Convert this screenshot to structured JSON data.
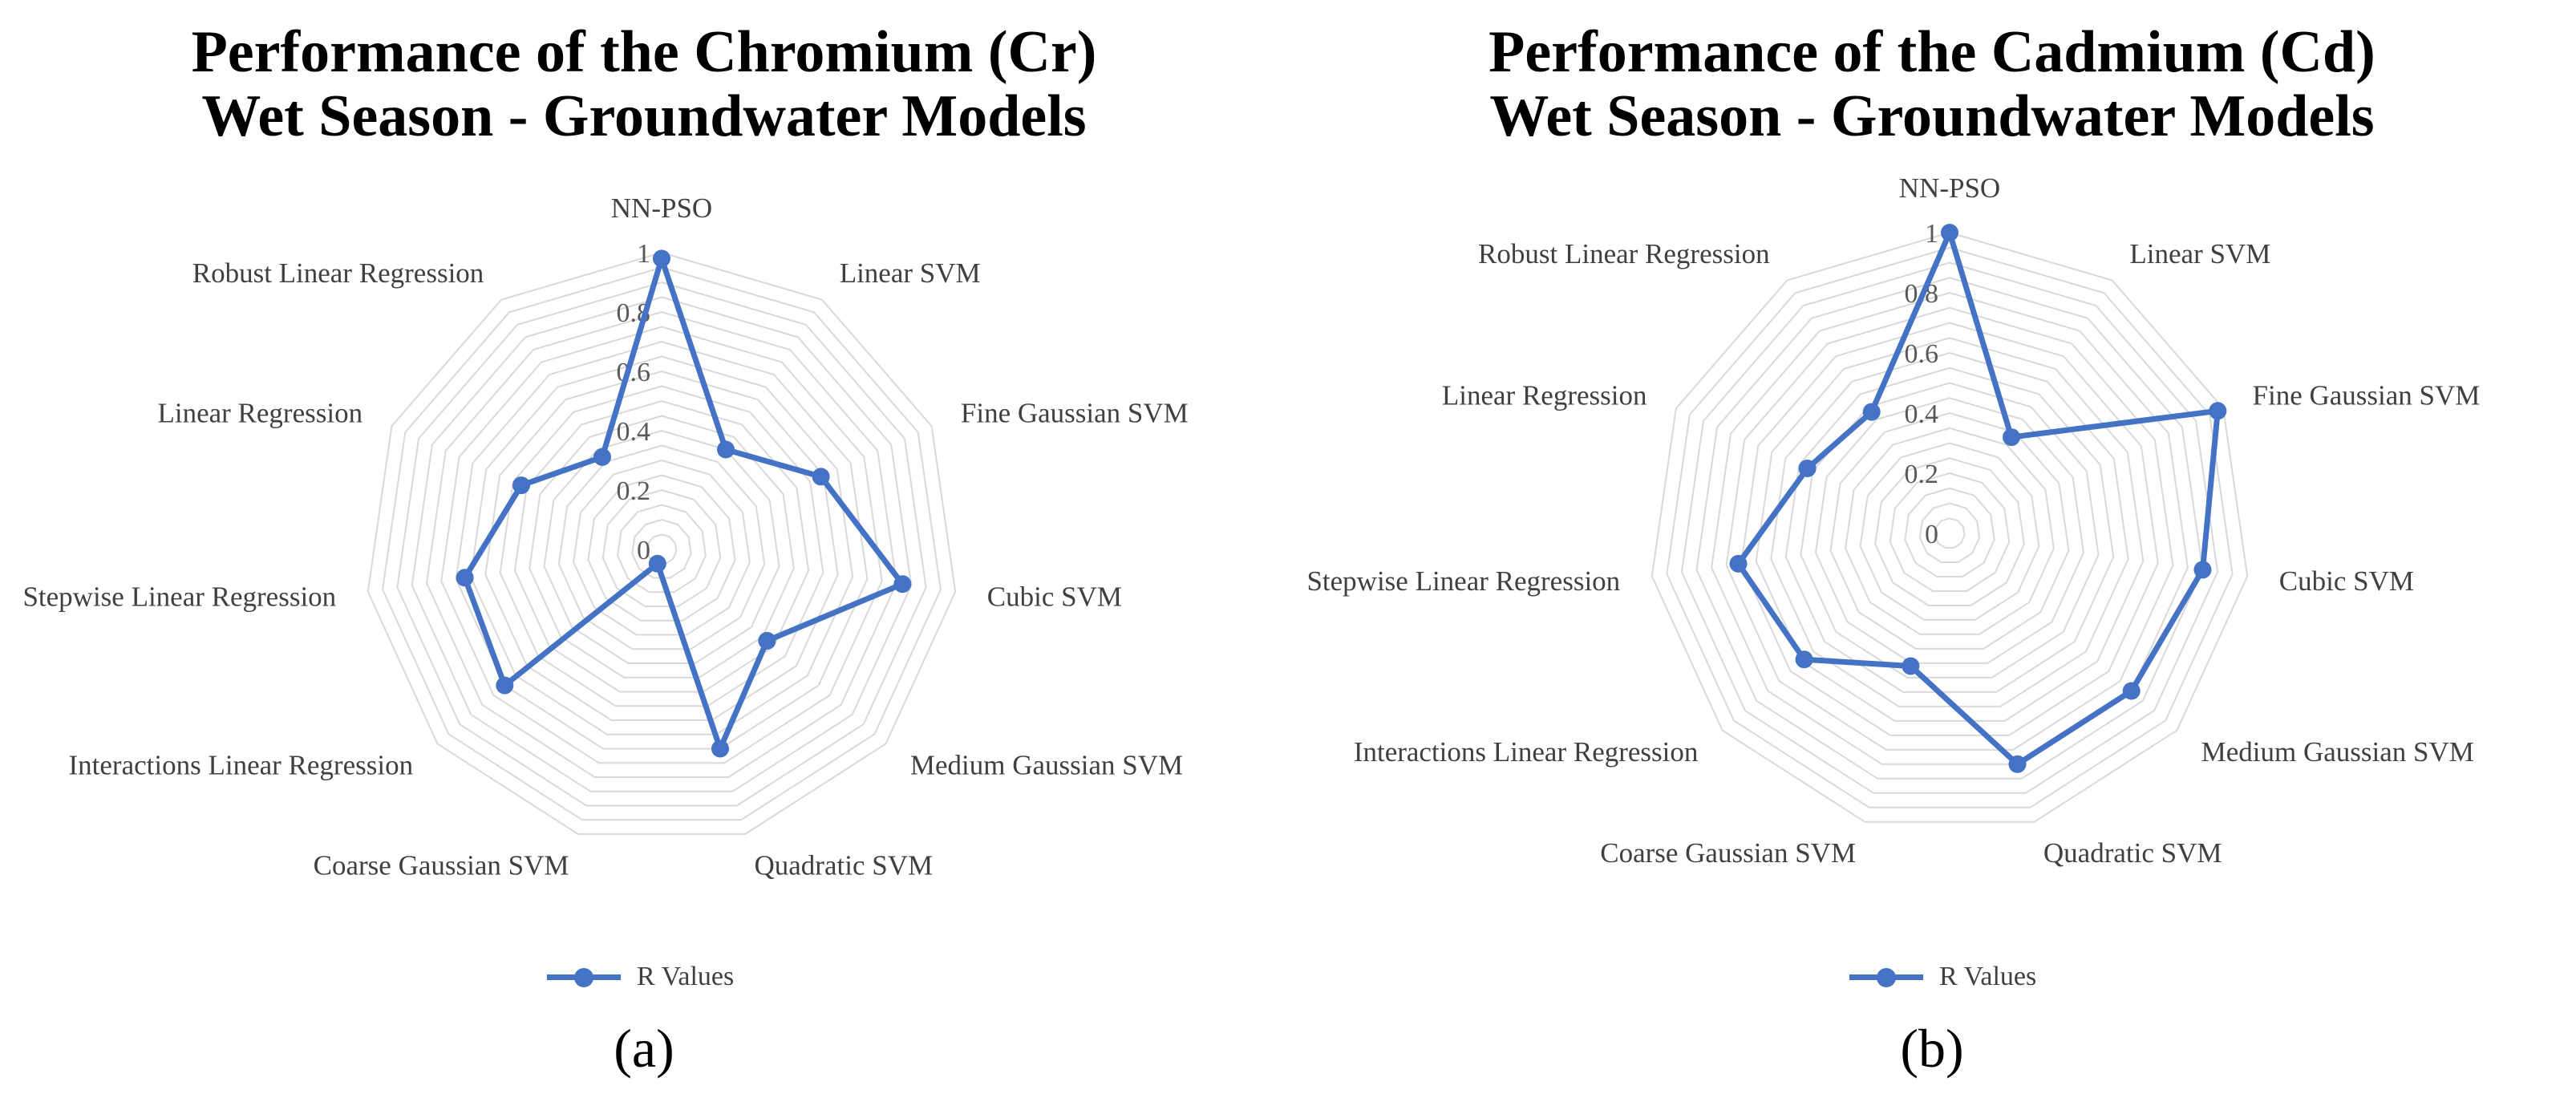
{
  "colors": {
    "series": "#4472C4",
    "grid": "#d9d9d9",
    "label_text": "#404040",
    "tick_text": "#595959"
  },
  "chart_data": [
    {
      "type": "radar",
      "panel_label": "(a)",
      "title_lines": [
        "Performance of the Chromium (Cr)",
        "Wet Season - Groundwater Models"
      ],
      "categories": [
        "NN-PSO",
        "Linear SVM",
        "Fine Gaussian SVM",
        "Cubic SVM",
        "Medium Gaussian SVM",
        "Quadratic SVM",
        "Coarse Gaussian SVM",
        "Interactions Linear Regression",
        "Stepwise Linear Regression",
        "Linear Regression",
        "Robust Linear Regression"
      ],
      "tick_labels": [
        "0",
        "0.2",
        "0.4",
        "0.6",
        "0.8",
        "1"
      ],
      "rlim": [
        0,
        1
      ],
      "grid": true,
      "legend_position": "bottom",
      "series": [
        {
          "name": "R Values",
          "values": [
            0.98,
            0.4,
            0.59,
            0.82,
            0.47,
            0.7,
            0.05,
            0.7,
            0.67,
            0.52,
            0.37
          ]
        }
      ]
    },
    {
      "type": "radar",
      "panel_label": "(b)",
      "title_lines": [
        "Performance of the Cadmium (Cd)",
        "Wet Season - Groundwater Models"
      ],
      "categories": [
        "NN-PSO",
        "Linear SVM",
        "Fine Gaussian SVM",
        "Cubic SVM",
        "Medium Gaussian SVM",
        "Quadratic SVM",
        "Coarse Gaussian SVM",
        "Interactions Linear Regression",
        "Stepwise Linear Regression",
        "Linear Regression",
        "Robust Linear Regression"
      ],
      "tick_labels": [
        "0",
        "0.2",
        "0.4",
        "0.6",
        "0.8",
        "1"
      ],
      "rlim": [
        0,
        1
      ],
      "grid": true,
      "legend_position": "bottom",
      "series": [
        {
          "name": "R Values",
          "values": [
            1.0,
            0.38,
            0.98,
            0.85,
            0.8,
            0.8,
            0.46,
            0.64,
            0.71,
            0.52,
            0.48
          ]
        }
      ]
    }
  ]
}
